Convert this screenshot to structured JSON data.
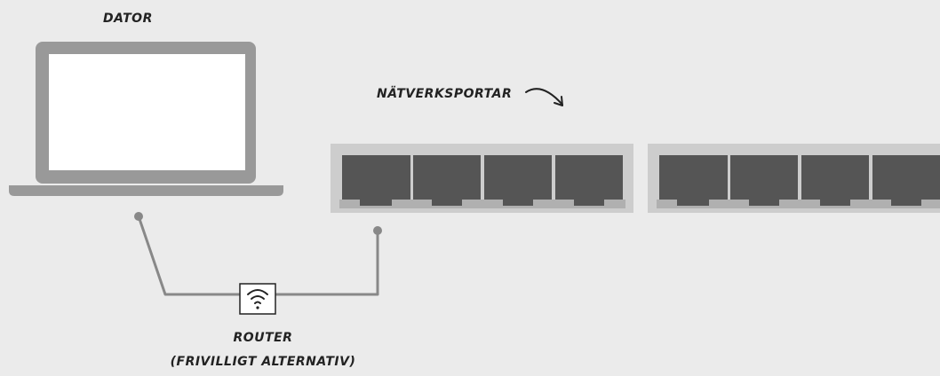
{
  "labels": {
    "computer": "DATOR",
    "network_ports": "NÄTVERKSPORTAR",
    "router": "ROUTER",
    "router_note": "(FRIVILLIGT ALTERNATIV)"
  },
  "icons": {
    "router": "wifi-icon",
    "annotation_arrow": "curved-arrow-icon"
  },
  "colors": {
    "background": "#ebebeb",
    "laptop_body": "#999999",
    "laptop_screen": "#ffffff",
    "switch_body": "#cdcdcd",
    "switch_inner": "#b0b0b0",
    "port": "#555555",
    "cable": "#888888",
    "text": "#222222"
  },
  "switches": [
    {
      "ports": 4
    },
    {
      "ports": 4
    }
  ]
}
